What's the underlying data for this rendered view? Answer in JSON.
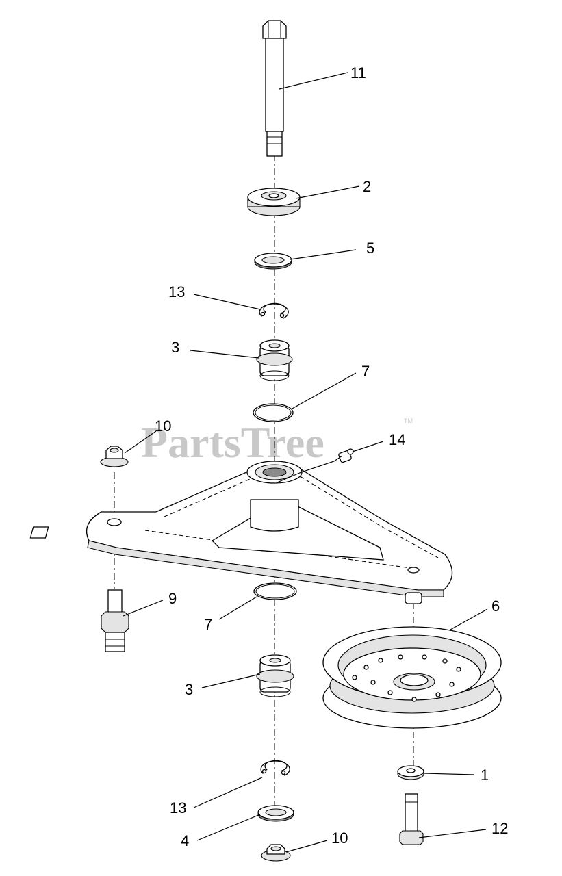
{
  "watermark": {
    "text": "PartsTree",
    "trademark": "TM"
  },
  "callouts": {
    "c11": "11",
    "c2": "2",
    "c5": "5",
    "c13a": "13",
    "c3a": "3",
    "c7a": "7",
    "c10a": "10",
    "c14": "14",
    "c9": "9",
    "c7b": "7",
    "c6": "6",
    "c3b": "3",
    "c1": "1",
    "c13b": "13",
    "c4": "4",
    "c10b": "10",
    "c12": "12"
  }
}
